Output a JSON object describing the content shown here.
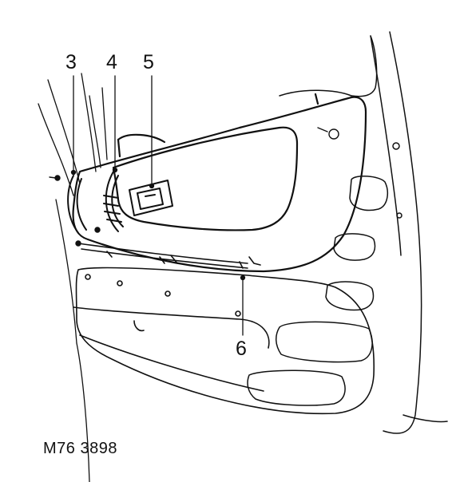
{
  "diagram": {
    "callouts": [
      {
        "id": "3",
        "label": "3"
      },
      {
        "id": "4",
        "label": "4"
      },
      {
        "id": "5",
        "label": "5"
      },
      {
        "id": "6",
        "label": "6"
      }
    ],
    "figure_ref": "M76 3898"
  },
  "colors": {
    "ink": "#111111",
    "paper": "#ffffff"
  }
}
